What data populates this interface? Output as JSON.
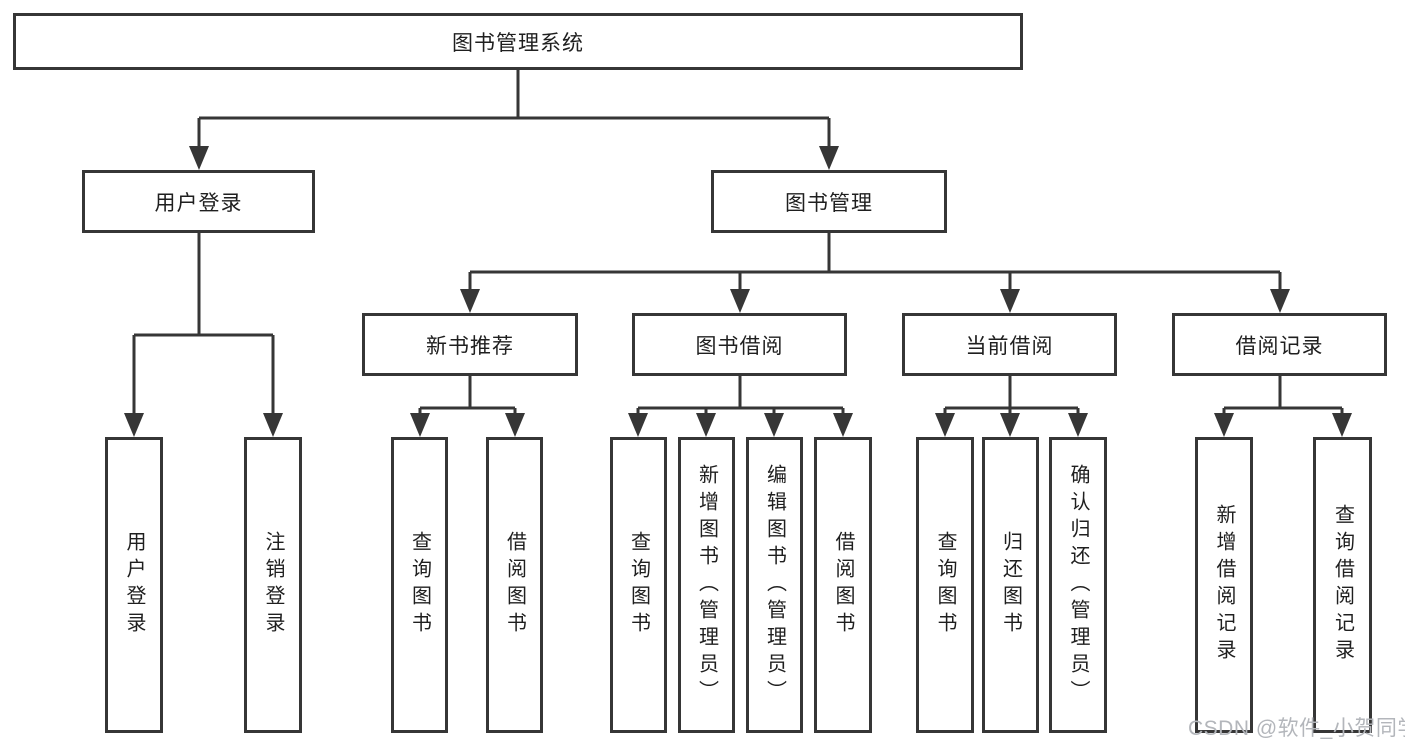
{
  "diagram": {
    "title": "图书管理系统",
    "tree": {
      "root": {
        "label": "图书管理系统"
      },
      "branches": [
        {
          "label": "用户登录",
          "children": [
            {
              "label": "用户登录"
            },
            {
              "label": "注销登录"
            }
          ]
        },
        {
          "label": "图书管理",
          "children": [
            {
              "label": "新书推荐",
              "children": [
                {
                  "label": "查询图书"
                },
                {
                  "label": "借阅图书"
                }
              ]
            },
            {
              "label": "图书借阅",
              "children": [
                {
                  "label": "查询图书"
                },
                {
                  "label": "新增图书（管理员）"
                },
                {
                  "label": "编辑图书（管理员）"
                },
                {
                  "label": "借阅图书"
                }
              ]
            },
            {
              "label": "当前借阅",
              "children": [
                {
                  "label": "查询图书"
                },
                {
                  "label": "归还图书"
                },
                {
                  "label": "确认归还（管理员）"
                }
              ]
            },
            {
              "label": "借阅记录",
              "children": [
                {
                  "label": "新增借阅记录"
                },
                {
                  "label": "查询借阅记录"
                }
              ]
            }
          ]
        }
      ]
    },
    "colors": {
      "line": "#363636",
      "text": "#1f1f1f",
      "watermark": "#b3b6bb",
      "background": "#ffffff"
    }
  },
  "watermark": {
    "text": "CSDN @软件_小贺同学"
  }
}
